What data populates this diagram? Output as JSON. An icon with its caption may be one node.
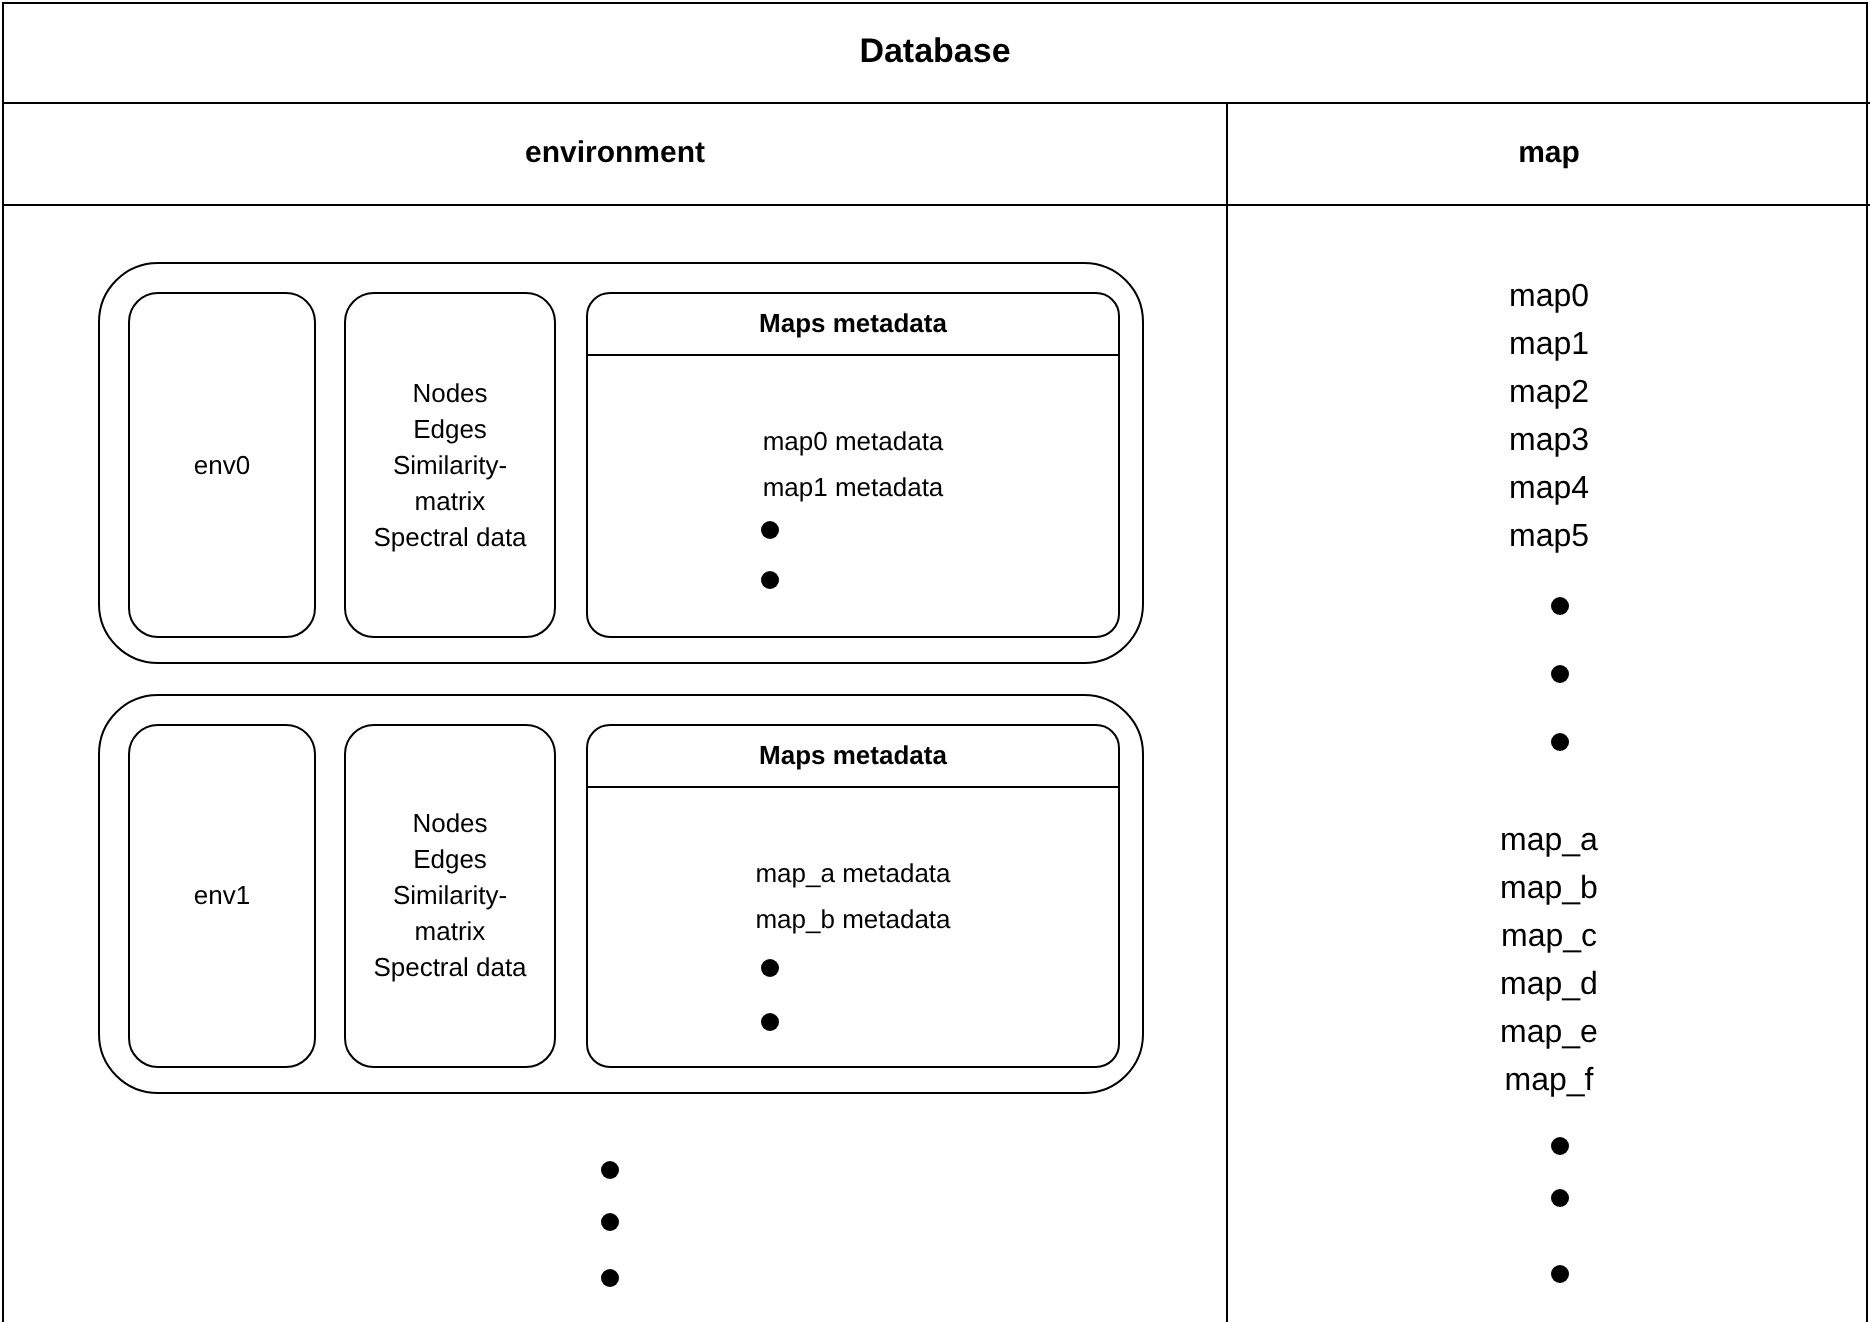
{
  "diagram": {
    "nodes": [
      {
        "text": [
          "Database"
        ]
      },
      {
        "text": [
          "environment"
        ],
        "in": 0
      },
      {
        "text": [
          "map",
          "map0",
          "map1",
          "map2",
          "map3",
          "map4",
          "map5",
          "map_a",
          "map_b",
          "map_c",
          "map_d",
          "map_e",
          "map_f"
        ],
        "in": 0
      },
      {
        "text": [],
        "shape": "box",
        "in": 1
      },
      {
        "text": [
          "env0"
        ],
        "in": 3
      },
      {
        "text": [
          "Nodes",
          "Edges",
          "Similarity-matrix",
          "Spectral data"
        ],
        "in": 3
      },
      {
        "text": [
          "Maps metadata",
          "map0 metadata",
          "map1 metadata"
        ],
        "in": 3
      },
      {
        "text": [],
        "shape": "box",
        "in": 1
      },
      {
        "text": [
          "env1"
        ],
        "in": 7
      },
      {
        "text": [
          "Nodes",
          "Edges",
          "Similarity-matrix",
          "Spectral data"
        ],
        "in": 7
      },
      {
        "text": [
          "Maps metadata",
          "map_a metadata",
          "map_b metadata"
        ],
        "in": 7
      }
    ]
  }
}
